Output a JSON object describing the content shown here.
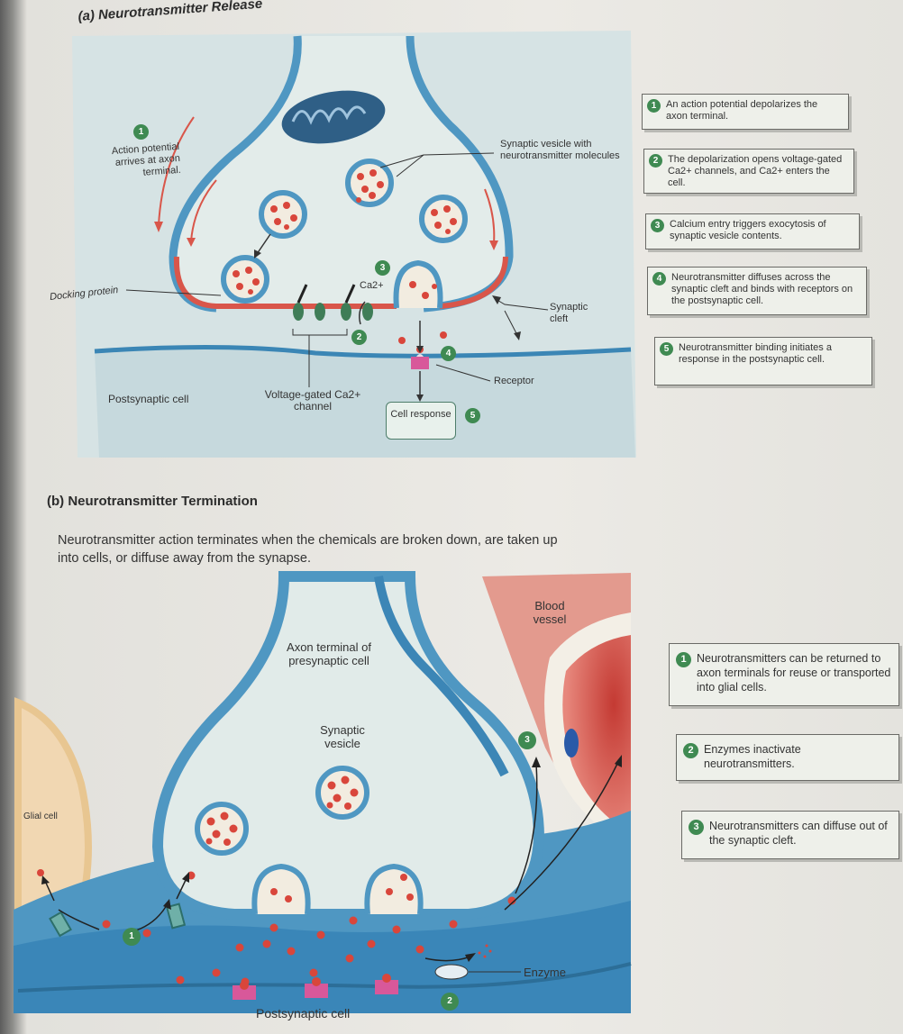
{
  "panel_a": {
    "title": "(a) Neurotransmitter Release",
    "labels": {
      "action_potential": "Action potential arrives at axon terminal.",
      "synaptic_vesicle": "Synaptic vesicle with neurotransmitter molecules",
      "docking_protein": "Docking protein",
      "ca": "Ca2+",
      "synaptic_cleft": "Synaptic cleft",
      "receptor": "Receptor",
      "postsynaptic_cell": "Postsynaptic cell",
      "voltage_gated": "Voltage-gated Ca2+ channel",
      "cell_response": "Cell response"
    },
    "markers": {
      "m1": "1",
      "m2": "2",
      "m3": "3",
      "m4": "4",
      "m5": "5"
    },
    "steps": [
      {
        "num": "1",
        "text": "An action potential depolarizes the axon terminal."
      },
      {
        "num": "2",
        "text": "The depolarization opens voltage-gated Ca2+ channels, and Ca2+ enters the cell."
      },
      {
        "num": "3",
        "text": "Calcium entry triggers exocytosis of synaptic vesicle contents."
      },
      {
        "num": "4",
        "text": "Neurotransmitter diffuses across the synaptic cleft and binds with receptors on the postsynaptic cell."
      },
      {
        "num": "5",
        "text": "Neurotransmitter binding initiates a response in the postsynaptic cell."
      }
    ]
  },
  "panel_b": {
    "title": "(b) Neurotransmitter Termination",
    "intro": "Neurotransmitter action terminates when the chemicals are broken down, are taken up into cells, or diffuse away from the synapse.",
    "labels": {
      "blood_vessel": "Blood vessel",
      "axon_terminal": "Axon terminal of presynaptic cell",
      "synaptic_vesicle": "Synaptic vesicle",
      "glial_cell": "Glial cell",
      "enzyme": "Enzyme",
      "postsynaptic_cell": "Postsynaptic cell"
    },
    "markers": {
      "m1": "1",
      "m2": "2",
      "m3": "3"
    },
    "steps": [
      {
        "num": "1",
        "text": "Neurotransmitters can be returned to axon terminals for reuse or transported into glial cells."
      },
      {
        "num": "2",
        "text": "Enzymes inactivate neurotransmitters."
      },
      {
        "num": "3",
        "text": "Neurotransmitters can diffuse out of the synaptic cleft."
      }
    ]
  },
  "colors": {
    "membrane": "#4f97c2",
    "membrane_dark": "#2f6f97",
    "cytoplasm": "#dfeae8",
    "panel_bg": "#cfe0e4",
    "neurotransmitter": "#d9463b",
    "marker_green": "#3f8a52",
    "receptor": "#d8589a"
  }
}
